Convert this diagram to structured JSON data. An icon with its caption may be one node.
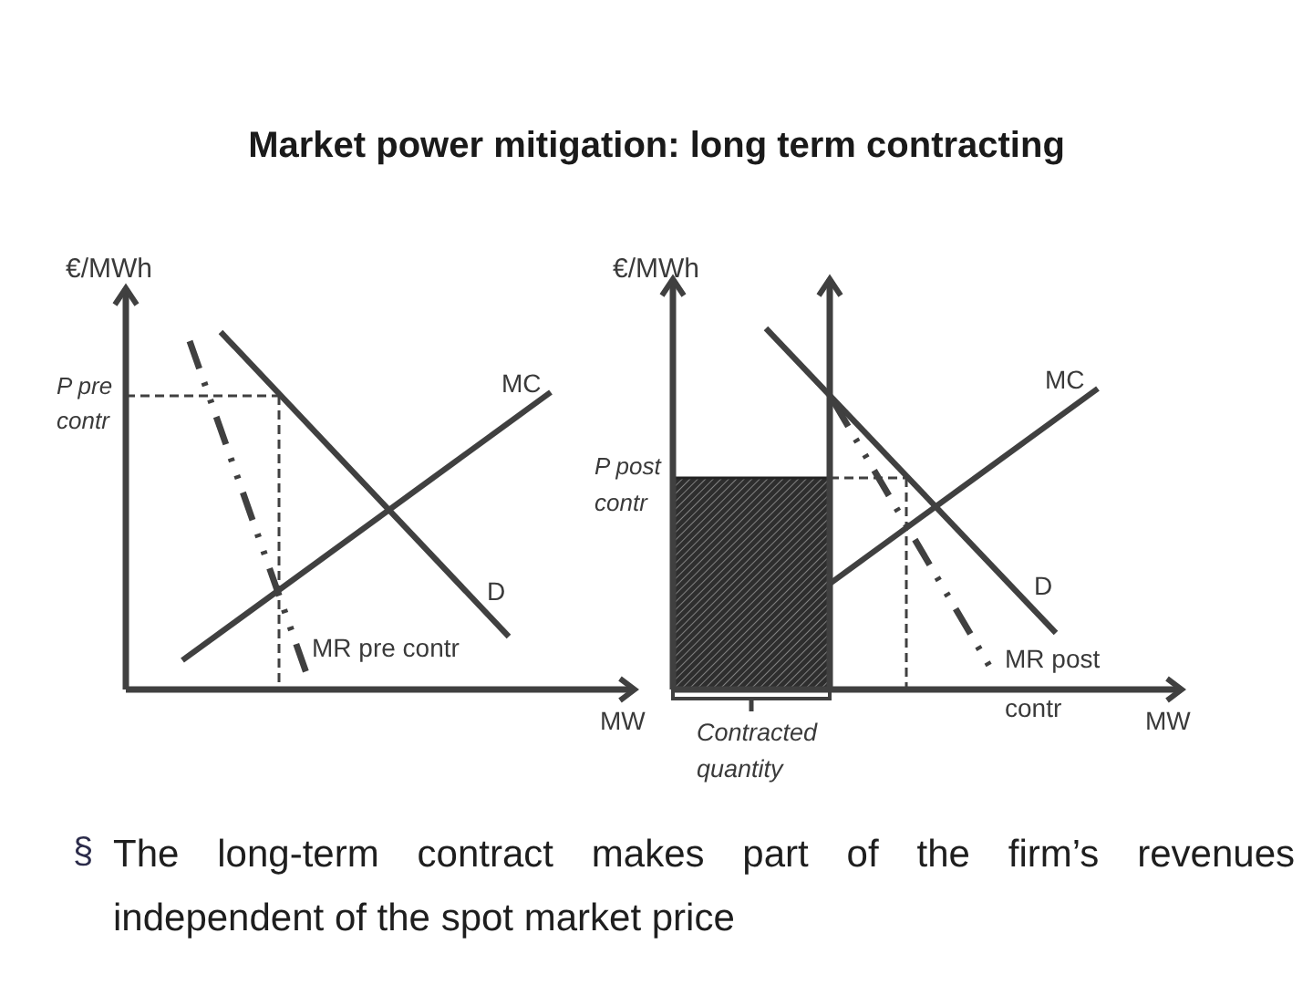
{
  "diagram": {
    "title": "Market power mitigation: long term contracting",
    "nodes": [
      {
        "text": [],
        "shape": "box"
      }
    ],
    "labels": [
      "€/MWh",
      "€/MWh",
      "P pre contr",
      "MC",
      "MC",
      "P post contr",
      "D",
      "D",
      "MR pre contr",
      "MW",
      "Contracted quantity",
      "MR post contr",
      "MW",
      "§",
      "The long-term contract makes part of the firm’s revenues independent of the spot market price"
    ]
  }
}
